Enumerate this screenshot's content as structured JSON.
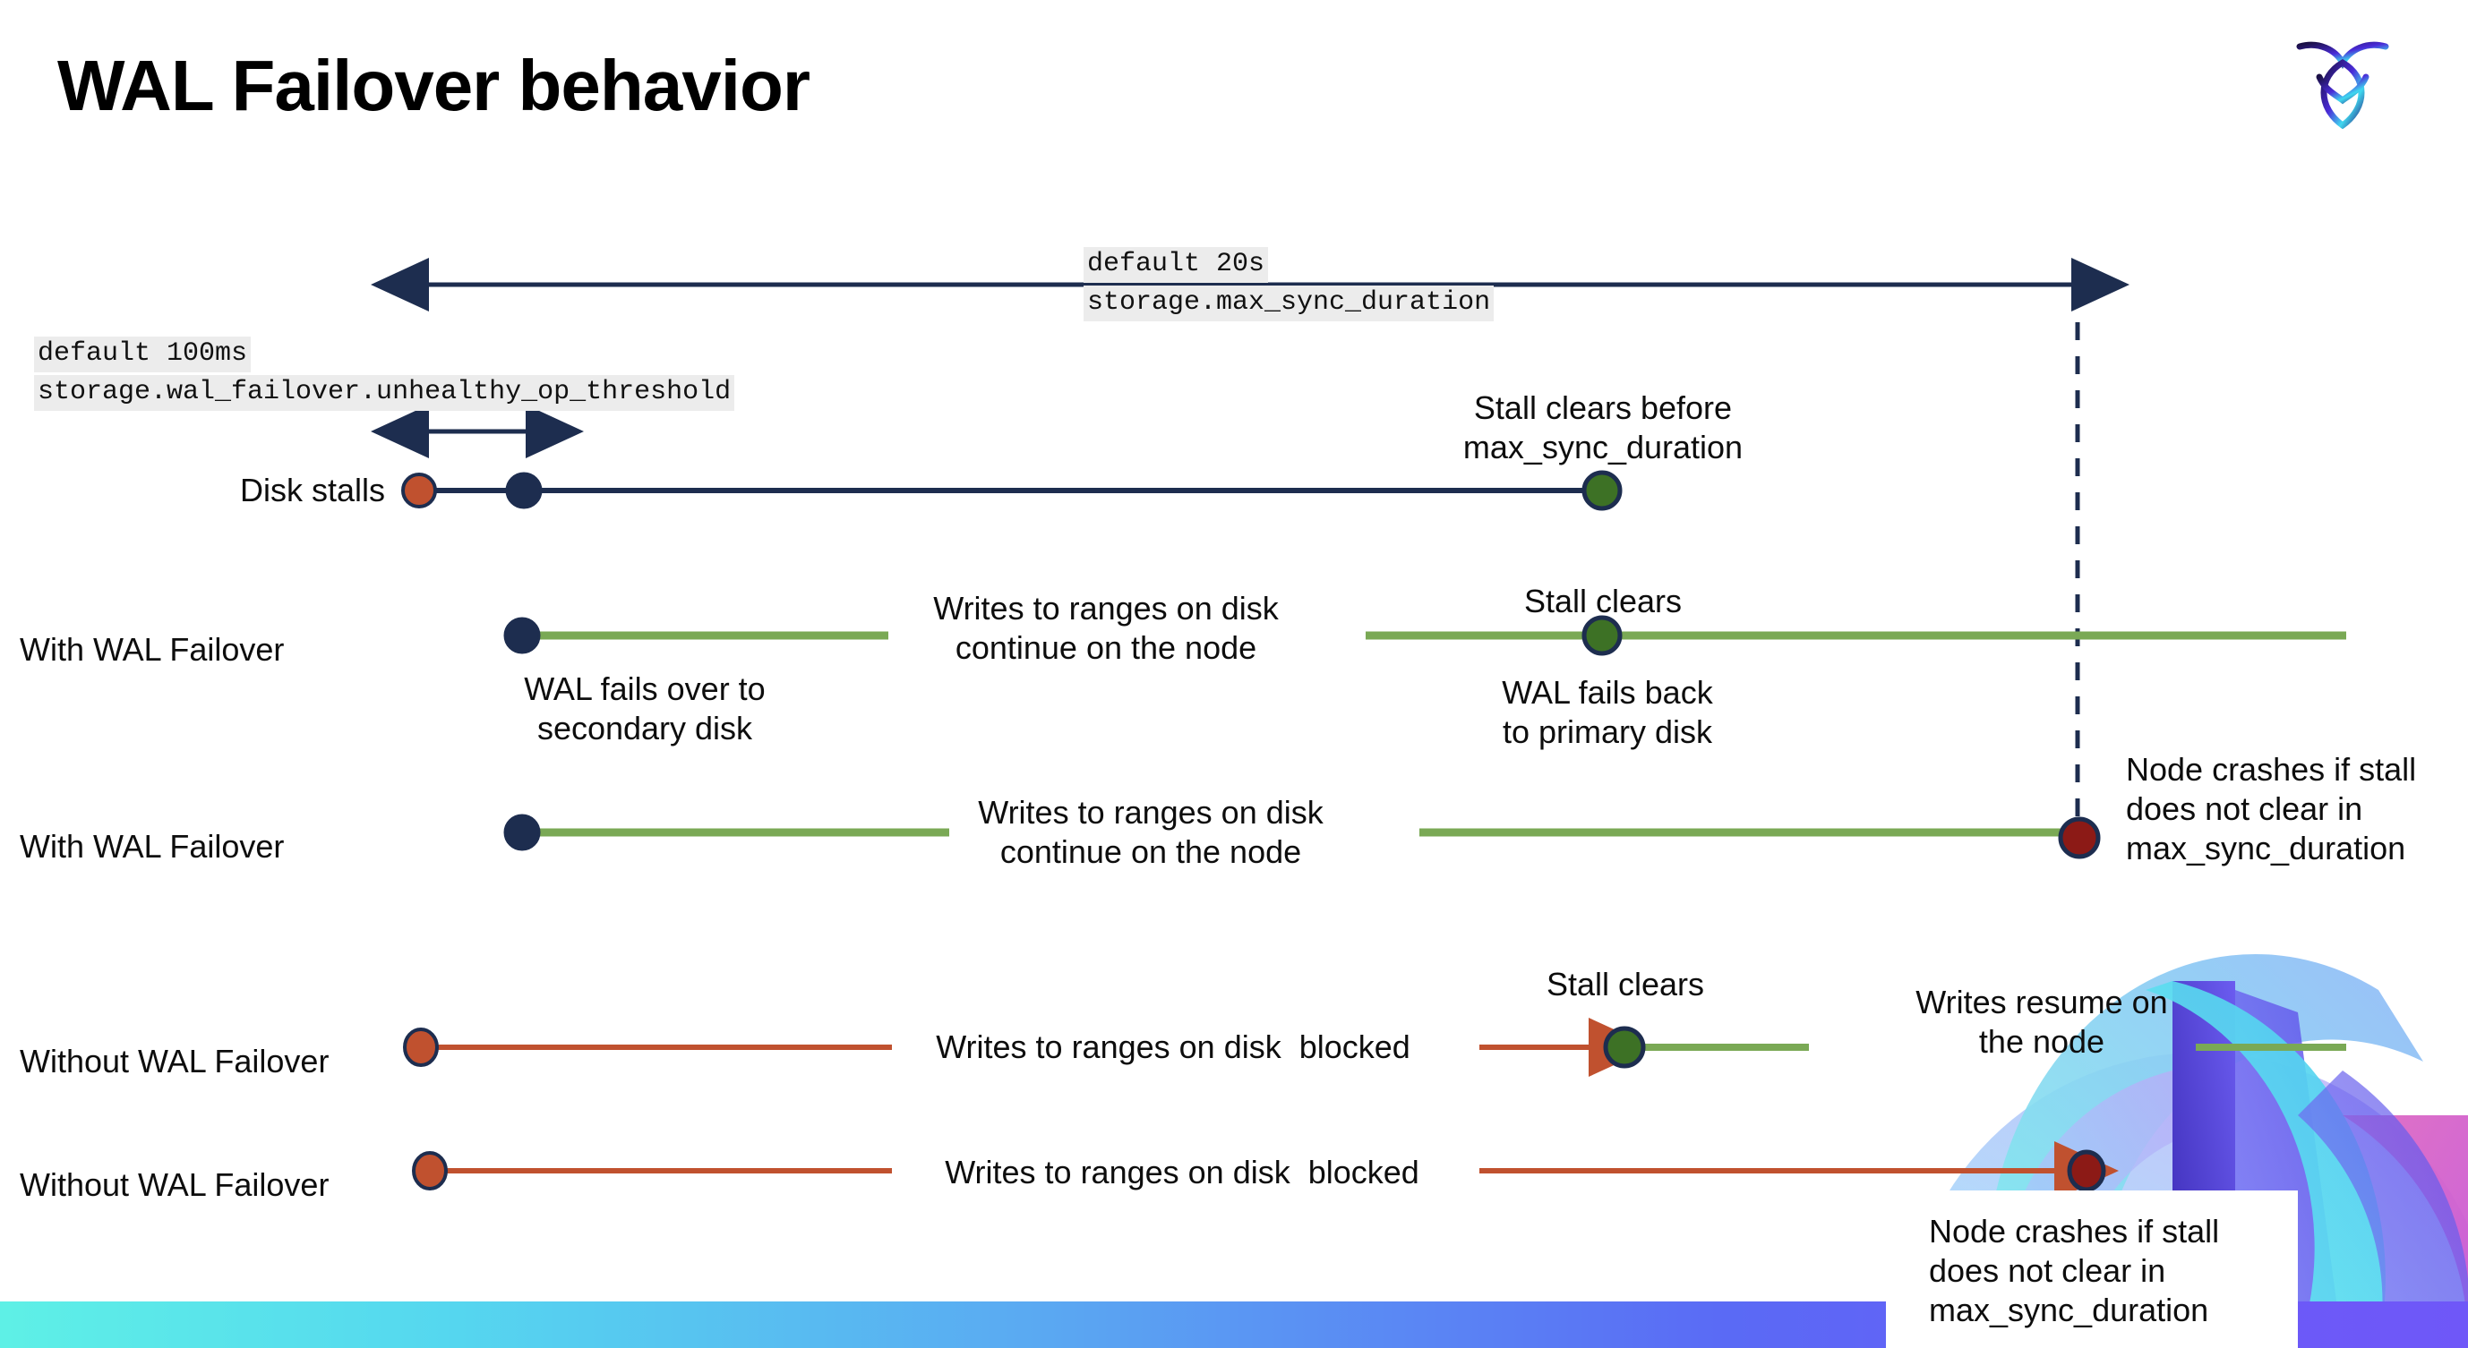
{
  "slide": {
    "title": "WAL Failover behavior",
    "logo_name": "cockroach-labs-logo"
  },
  "annotations": {
    "max_sync_default": "default 20s",
    "max_sync_setting": "storage.max_sync_duration",
    "unhealthy_default": "default 100ms",
    "unhealthy_setting": "storage.wal_failover.unhealthy_op_threshold"
  },
  "rows": [
    {
      "id": "disk-stalls",
      "label": "Disk stalls",
      "note_right": "Stall clears before\nmax_sync_duration"
    },
    {
      "id": "with-wal-failover-1",
      "label": "With WAL Failover",
      "note_start": "WAL fails over to\nsecondary disk",
      "note_mid": "Writes to ranges on disk\ncontinue on the node",
      "note_clear": "Stall clears",
      "note_end": "WAL fails  back\nto primary disk"
    },
    {
      "id": "with-wal-failover-2",
      "label": "With WAL Failover",
      "note_mid": "Writes to ranges on disk\ncontinue on the node",
      "note_crash": "Node crashes if stall\ndoes not clear in\nmax_sync_duration"
    },
    {
      "id": "without-wal-failover-1",
      "label": "Without WAL Failover",
      "note_mid": "Writes to ranges on disk  blocked",
      "note_clear": "Stall clears",
      "note_resume": "Writes resume on\nthe node"
    },
    {
      "id": "without-wal-failover-2",
      "label": "Without WAL Failover",
      "note_mid": "Writes to ranges on disk  blocked",
      "note_crash": "Node crashes if stall\ndoes not clear in\nmax_sync_duration"
    }
  ],
  "colors": {
    "navy": "#1d2d4f",
    "green_line": "#7aa955",
    "green_dot": "#3d7125",
    "orange": "#c0512f",
    "dark_red": "#8c1a16",
    "chip_bg": "#ececec",
    "band_start": "#5ef0e6",
    "band_end": "#6f57f8"
  },
  "icons": {
    "arrow_double": "double-headed-arrow-icon",
    "arrow_span": "span-arrow-icon",
    "dashed_guide": "dashed-guide-line-icon"
  }
}
